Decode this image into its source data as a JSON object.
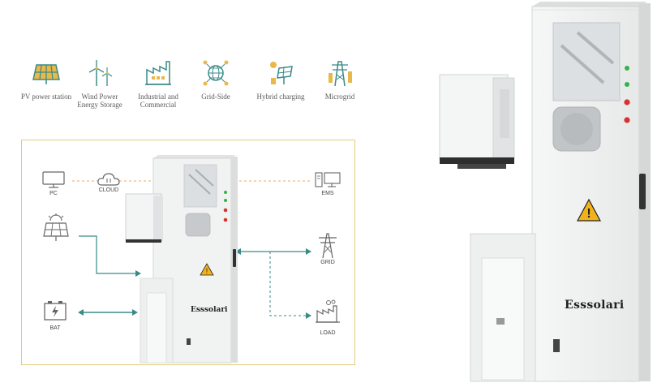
{
  "applications": [
    {
      "icon": "solar-panel-icon",
      "label": "PV power station"
    },
    {
      "icon": "wind-turbine-icon",
      "label": "Wind Power\nEnergy Storage"
    },
    {
      "icon": "factory-icon",
      "label": "Industrial and\nCommercial"
    },
    {
      "icon": "grid-globe-icon",
      "label": "Grid-Side"
    },
    {
      "icon": "hybrid-charging-icon",
      "label": "Hybrid charging"
    },
    {
      "icon": "microgrid-tower-icon",
      "label": "Microgrid"
    }
  ],
  "diagram": {
    "nodes": {
      "pc": "PC",
      "cloud": "CLOUD",
      "ems": "EMS",
      "grid": "GRID",
      "bat": "BAT",
      "load": "LOAD"
    },
    "brand": "Esssolari"
  },
  "product": {
    "brand": "Esssolari"
  },
  "colors": {
    "accent_teal": "#3a8a88",
    "icon_gold": "#e8b84a",
    "frame_gold": "#e6c97a",
    "cabinet": "#f1f2f2",
    "warning": "#f2b21b"
  }
}
